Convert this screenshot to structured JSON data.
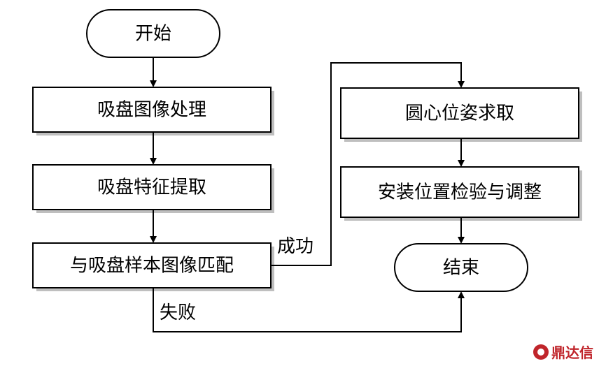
{
  "nodes": {
    "start": "开始",
    "image_processing": "吸盘图像处理",
    "feature_extraction": "吸盘特征提取",
    "template_matching": "与吸盘样本图像匹配",
    "pose_solving": "圆心位姿求取",
    "install_check": "安装位置检验与调整",
    "end": "结束"
  },
  "edge_labels": {
    "success": "成功",
    "failure": "失败"
  },
  "watermark": {
    "text": "鼎达信"
  }
}
